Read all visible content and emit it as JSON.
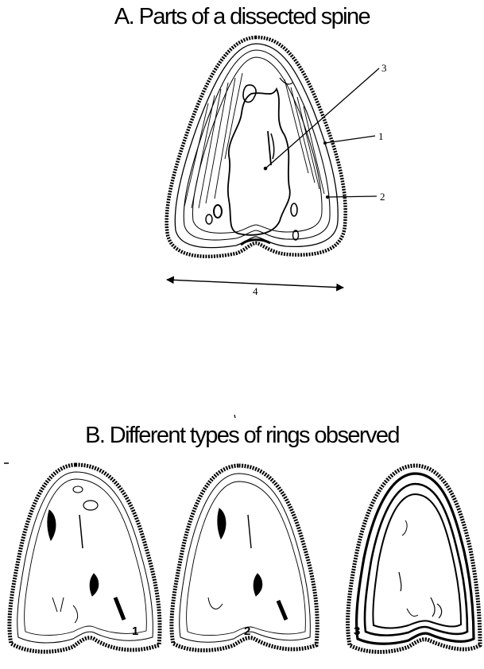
{
  "section_a": {
    "title": "A. Parts of a dissected spine",
    "labels": {
      "one": "1",
      "two": "2",
      "three": "3",
      "four": "4"
    }
  },
  "section_b": {
    "title": "B. Different types of rings observed",
    "rings": [
      {
        "label": "1"
      },
      {
        "label": "2"
      },
      {
        "label": "3"
      }
    ]
  }
}
